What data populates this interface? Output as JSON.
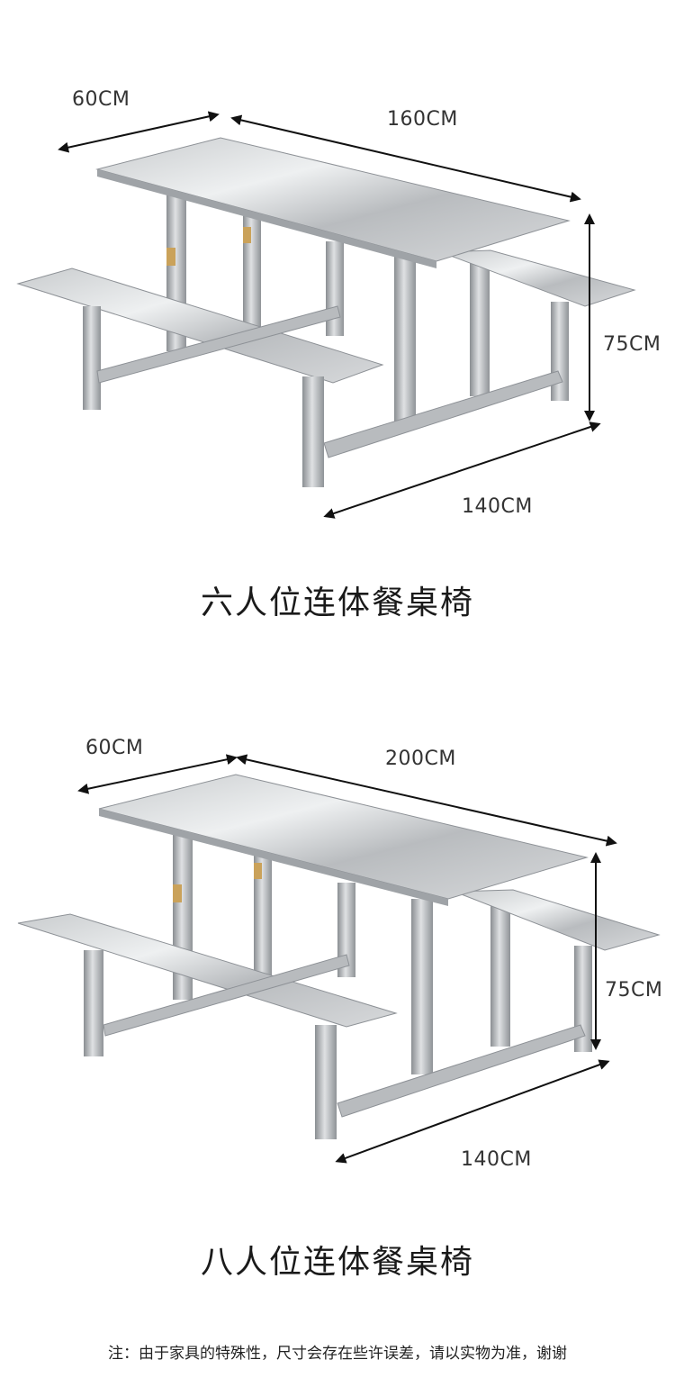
{
  "six_seat": {
    "dim_depth": "60CM",
    "dim_length": "160CM",
    "dim_height": "75CM",
    "dim_bench": "140CM",
    "caption": "六人位连体餐桌椅"
  },
  "eight_seat": {
    "dim_depth": "60CM",
    "dim_length": "200CM",
    "dim_height": "75CM",
    "dim_bench": "140CM",
    "caption": "八人位连体餐桌椅"
  },
  "note": "注：由于家具的特殊性，尺寸会存在些许误差，请以实物为准，谢谢",
  "colors": {
    "steel_light": "#e2e4e6",
    "steel_mid": "#b4b7ba",
    "steel_dark": "#7d8185",
    "arrow": "#111111"
  }
}
